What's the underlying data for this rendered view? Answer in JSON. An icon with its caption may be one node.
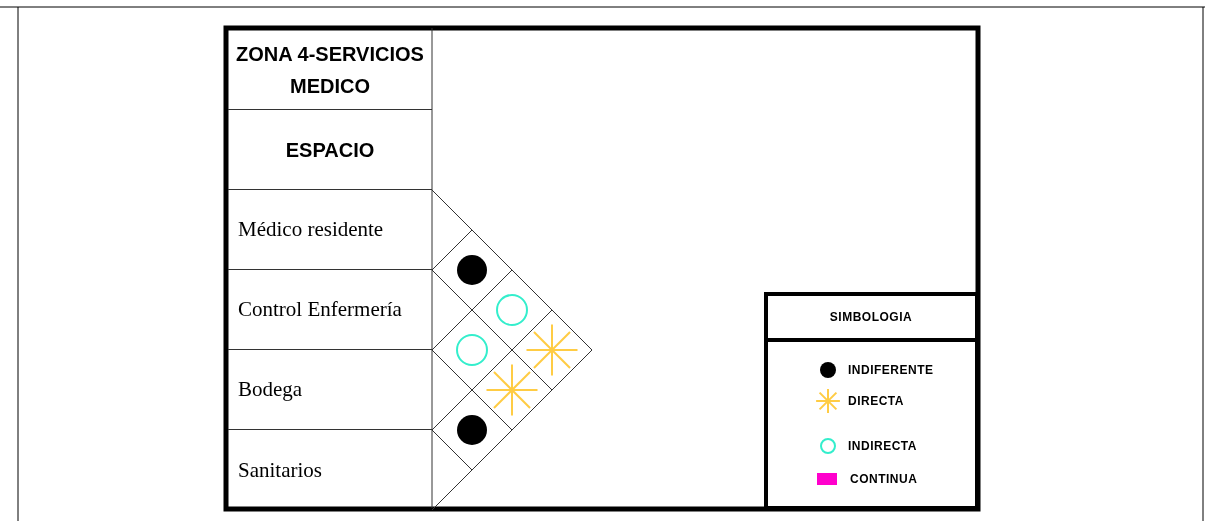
{
  "diagram": {
    "title": "ZONA 4-SERVICIOS MEDICO",
    "labels": [
      "ESPACIO",
      "Médico residente",
      "Control Enfermería",
      "Bodega",
      "Sanitarios",
      "SIMBOLOGIA"
    ],
    "legend": [
      {
        "text": "INDIFERENTE"
      },
      {
        "text": "DIRECTA"
      },
      {
        "text": "INDIRECTA"
      },
      {
        "text": "CONTINUA",
        "color": "#ff00cc"
      }
    ]
  }
}
